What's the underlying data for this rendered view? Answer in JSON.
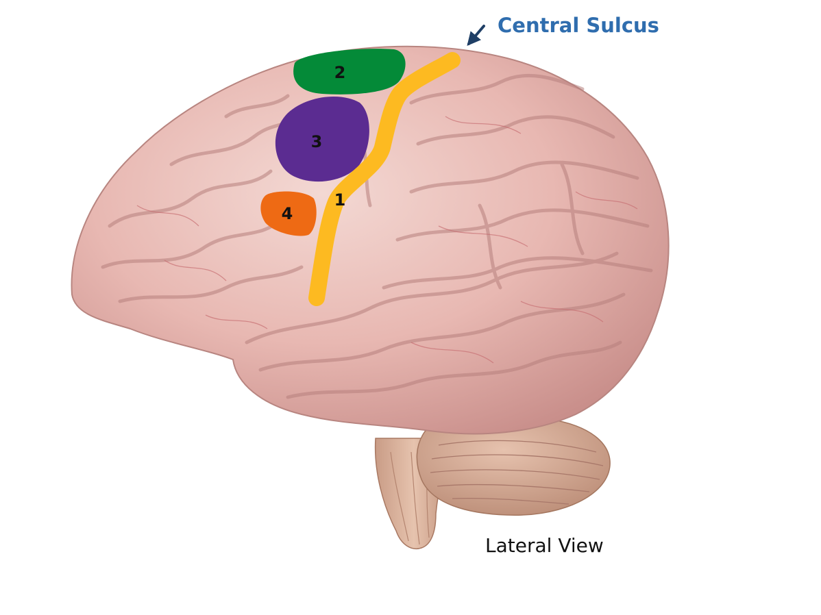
{
  "labels": {
    "central_sulcus": "Central Sulcus",
    "view": "Lateral View"
  },
  "regions": [
    {
      "number": "1",
      "color": "#FDBA21"
    },
    {
      "number": "2",
      "color": "#048A38"
    },
    {
      "number": "3",
      "color": "#5B2C91"
    },
    {
      "number": "4",
      "color": "#EE6A14"
    }
  ],
  "colors": {
    "callout": "#2F6DAE",
    "arrow": "#1F3F66",
    "cortex": "#EBC0BA",
    "vessels": "#C56A6E",
    "cerebellum": "#D7AC95",
    "brainstem": "#DDB59E"
  }
}
